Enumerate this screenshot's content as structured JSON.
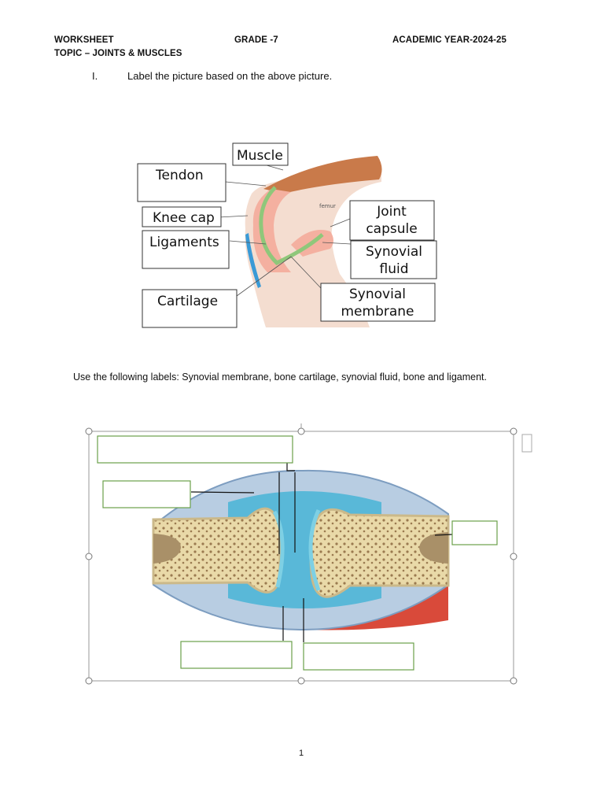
{
  "header": {
    "worksheet": "WORKSHEET",
    "grade": "GRADE -7",
    "academic_year": "ACADEMIC YEAR-2024-25",
    "topic": "TOPIC – JOINTS & MUSCLES"
  },
  "question": {
    "number": "I.",
    "text": "Label the picture based on the above picture."
  },
  "knee_diagram": {
    "labels": {
      "muscle": "Muscle",
      "tendon": "Tendon",
      "knee_cap": "Knee cap",
      "ligaments": "Ligaments",
      "cartilage": "Cartilage",
      "joint_capsule_1": "Joint",
      "joint_capsule_2": "capsule",
      "synovial_fluid_1": "Synovial",
      "synovial_fluid_2": "fluid",
      "synovial_membrane_1": "Synovial",
      "synovial_membrane_2": "membrane",
      "femur": "femur"
    }
  },
  "instruction": "Use the following labels: Synovial membrane, bone cartilage, synovial fluid, bone and ligament.",
  "page_number": "1",
  "colors": {
    "bone": "#f0e6c2",
    "marrow": "#a99068",
    "capsule": "#9ab8d6",
    "fluid": "#59b8d8",
    "cartilage": "#7ed0e4",
    "muscle": "#d94a3a",
    "box_border": "#6aa04a",
    "knee_muscle": "#c97a4a",
    "knee_cap": "#f4b0a0"
  }
}
